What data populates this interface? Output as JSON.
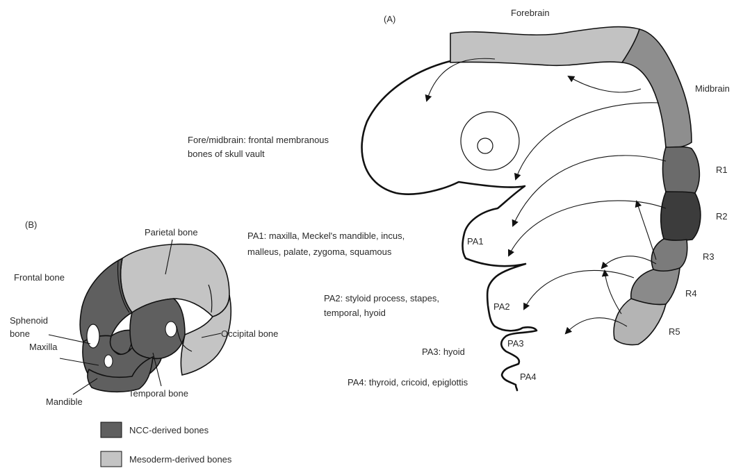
{
  "panel_a": {
    "label": "(A)",
    "brain_regions": [
      "Forebrain",
      "Midbrain"
    ],
    "rhombomeres": [
      "R1",
      "R2",
      "R3",
      "R4",
      "R5"
    ],
    "arches": [
      "PA1",
      "PA2",
      "PA3",
      "PA4"
    ],
    "descriptions": {
      "fore_midbrain": [
        "Fore/midbrain: frontal membranous",
        "bones of skull vault"
      ],
      "pa1": [
        "PA1: maxilla, Meckel's mandible, incus,",
        "malleus, palate, zygoma, squamous"
      ],
      "pa2": [
        "PA2: styloid process, stapes,",
        "temporal, hyoid"
      ],
      "pa3": "PA3: hyoid",
      "pa4": "PA4: thyroid, cricoid, epiglottis"
    }
  },
  "panel_b": {
    "label": "(B)",
    "bones": {
      "parietal": "Parietal bone",
      "frontal": "Frontal bone",
      "sphenoid": [
        "Sphenoid",
        "bone"
      ],
      "maxilla": "Maxilla",
      "occipital": "Occipital bone",
      "mandible": "Mandible",
      "temporal": "Temporal bone"
    }
  },
  "legend": [
    {
      "label": "NCC-derived bones",
      "color": "#5f5f5f"
    },
    {
      "label": "Mesoderm-derived bones",
      "color": "#c4c4c4"
    }
  ],
  "colors": {
    "forebrain": "#c2c2c2",
    "midbrain": "#8e8e8e",
    "r1": "#6b6b6b",
    "r2": "#3c3c3c",
    "r3": "#7b7b7b",
    "r4": "#8a8a8a",
    "r5": "#b4b4b4",
    "ncc": "#5f5f5f",
    "mesoderm": "#c4c4c4"
  }
}
